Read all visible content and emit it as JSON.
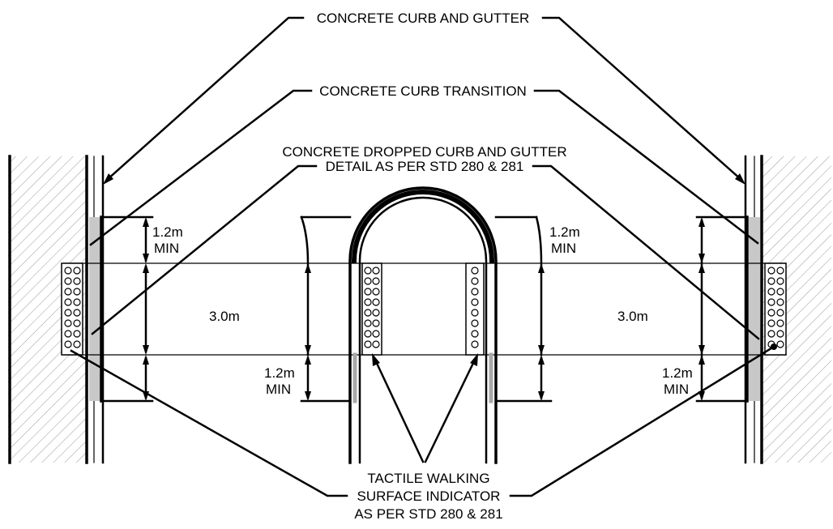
{
  "labels": {
    "curb_gutter": "CONCRETE CURB AND GUTTER",
    "curb_transition": "CONCRETE CURB TRANSITION",
    "dropped_curb_line1": "CONCRETE DROPPED CURB AND GUTTER",
    "dropped_curb_line2": "DETAIL AS PER STD 280 & 281",
    "tactile_line1": "TACTILE WALKING",
    "tactile_line2": "SURFACE INDICATOR",
    "tactile_line3": "AS PER STD 280 & 281"
  },
  "dimensions": {
    "crosswalk_width": "3.0m",
    "min_value": "1.2m",
    "min_suffix": "MIN"
  },
  "colors": {
    "line": "#000000",
    "hatch": "#9a9a9a",
    "gray_strip": "#a8a8a8"
  }
}
